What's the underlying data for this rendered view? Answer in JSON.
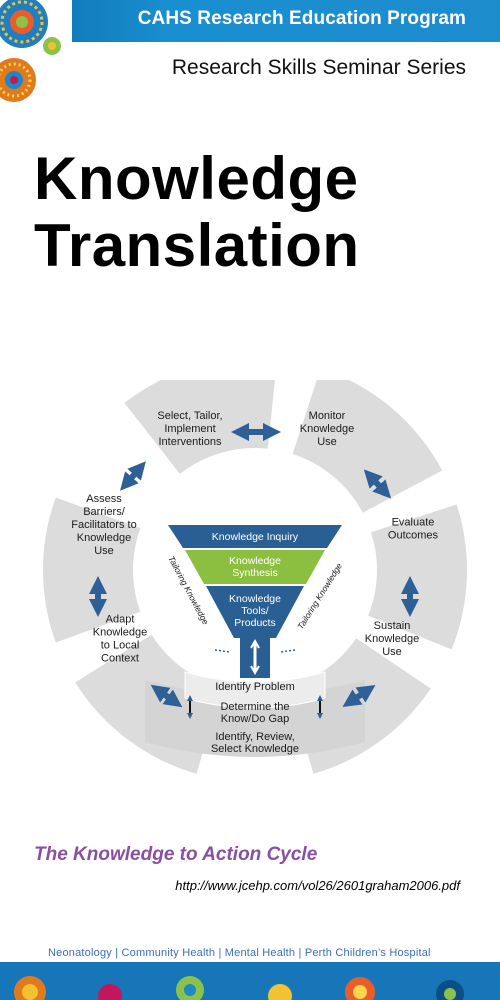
{
  "header": {
    "program_title": "CAHS Research Education Program",
    "series_title": "Research Skills Seminar Series"
  },
  "title": {
    "line1": "Knowledge",
    "line2": "Translation"
  },
  "diagram": {
    "cycle": [
      {
        "lines": [
          "Select, Tailor,",
          "Implement",
          "Interventions"
        ]
      },
      {
        "lines": [
          "Monitor",
          "Knowledge",
          "Use"
        ]
      },
      {
        "lines": [
          "Evaluate",
          "Outcomes"
        ]
      },
      {
        "lines": [
          "Sustain",
          "Knowledge",
          "Use"
        ]
      },
      {
        "lines": [
          "Adapt",
          "Knowledge",
          "to Local",
          "Context"
        ]
      },
      {
        "lines": [
          "Assess",
          "Barriers/",
          "Facilitators to",
          "Knowledge",
          "Use"
        ]
      }
    ],
    "funnel": {
      "inquiry": "Knowledge Inquiry",
      "synthesis": [
        "Knowledge",
        "Synthesis"
      ],
      "tools": [
        "Knowledge",
        "Tools/",
        "Products"
      ]
    },
    "tailoring_label": "Tailoring Knowledge",
    "base": {
      "identify": "Identify Problem",
      "gap": [
        "Determine the",
        "Know/Do Gap"
      ],
      "select": [
        "Identify, Review,",
        "Select Knowledge"
      ]
    },
    "colors": {
      "segment": "#dcdcdc",
      "arrow": "#2e5f97",
      "funnel_blue": "#2a5f94",
      "funnel_green": "#8cbf3f"
    }
  },
  "caption": "The Knowledge to Action Cycle",
  "source_url": "http://www.jcehp.com/vol26/2601graham2006.pdf",
  "footer": {
    "text": "Neonatology  |  Community Health  |  Mental Health  |  Perth Children’s Hospital"
  }
}
